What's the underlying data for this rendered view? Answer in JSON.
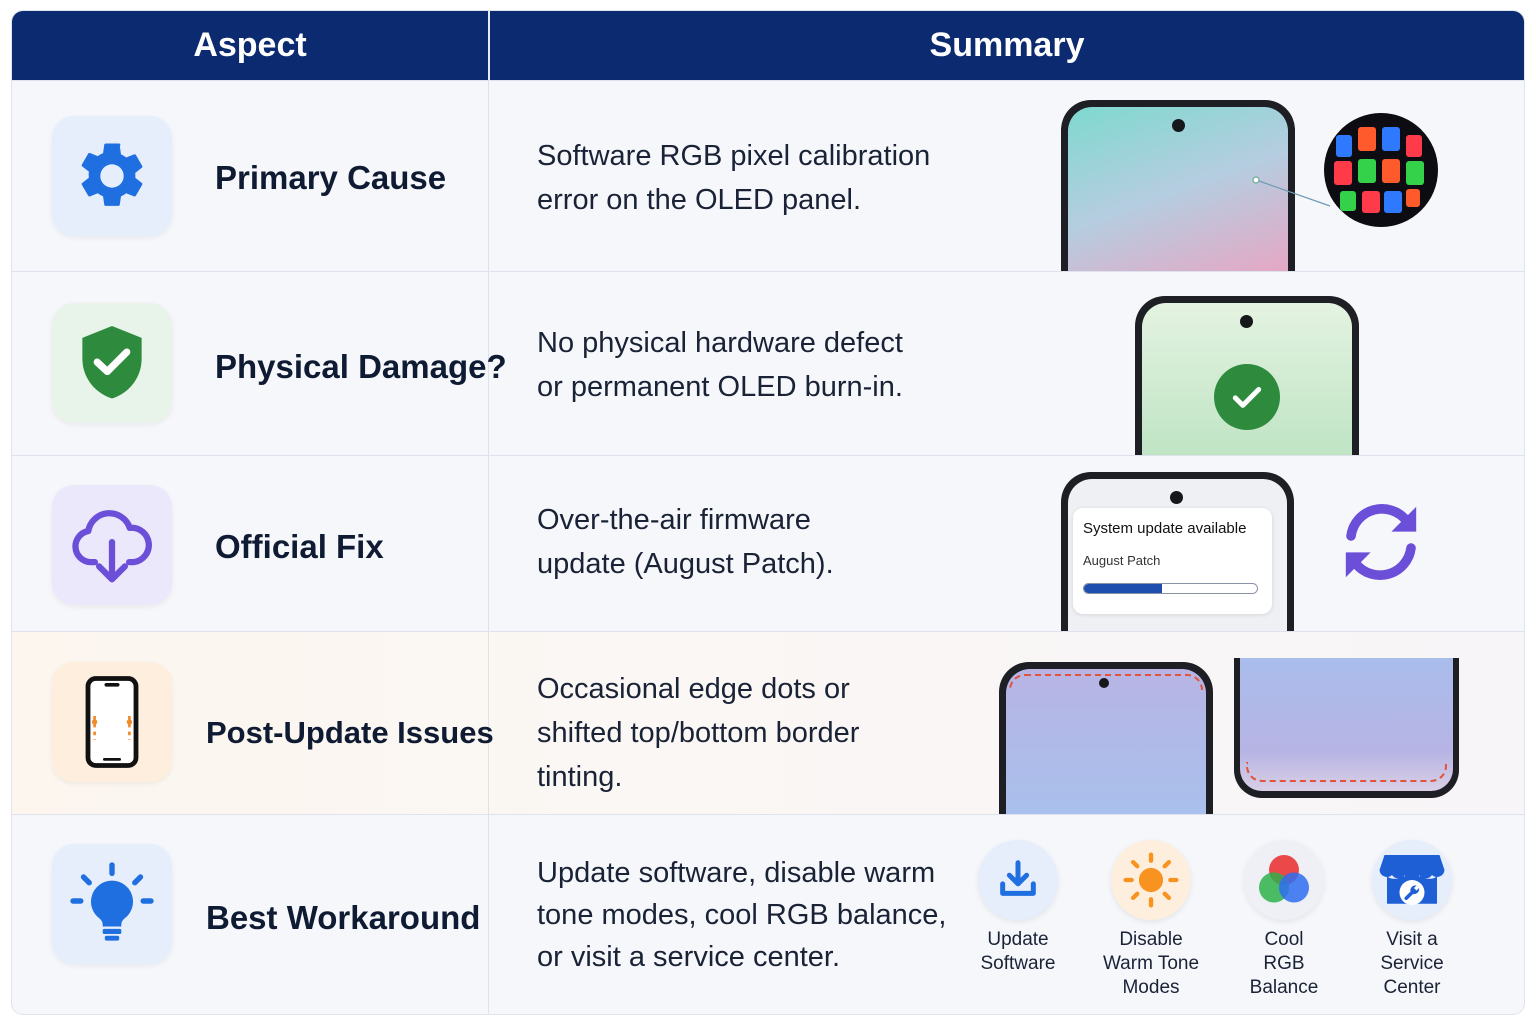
{
  "header": {
    "aspect": "Aspect",
    "summary": "Summary"
  },
  "rows": [
    {
      "aspect": "Primary Cause",
      "icon": "gear-icon",
      "summary_lines": [
        "Software RGB pixel calibration",
        "error on the OLED panel."
      ]
    },
    {
      "aspect": "Physical Damage?",
      "icon": "shield-check-icon",
      "summary_lines": [
        "No physical hardware defect",
        "or permanent OLED burn-in."
      ]
    },
    {
      "aspect": "Official Fix",
      "icon": "cloud-download-icon",
      "summary_lines": [
        "Over-the-air firmware",
        "update (August Patch)."
      ],
      "update_card": {
        "title": "System update available",
        "subtitle": "August Patch",
        "progress": 0.45
      }
    },
    {
      "aspect": "Post-Update Issues",
      "icon": "phone-outline-icon",
      "summary_lines": [
        "Occasional edge dots or",
        "shifted top/bottom border",
        "tinting."
      ]
    },
    {
      "aspect": "Best Workaround",
      "icon": "lightbulb-icon",
      "summary_lines": [
        "Update software, disable warm",
        "tone modes, cool RGB balance,",
        "or visit a service center."
      ],
      "recommendations": [
        {
          "icon": "download-icon",
          "lines": [
            "Update",
            "Software"
          ]
        },
        {
          "icon": "sun-icon",
          "lines": [
            "Disable",
            "Warm Tone",
            "Modes"
          ]
        },
        {
          "icon": "rgb-circles-icon",
          "lines": [
            "Cool",
            "RGB",
            "Balance"
          ]
        },
        {
          "icon": "store-wrench-icon",
          "lines": [
            "Visit a",
            "Service",
            "Center"
          ]
        }
      ]
    }
  ],
  "colors": {
    "header_bg": "#0b2a6f",
    "accent_blue": "#1f6fe0",
    "success_green": "#2e8b3e",
    "purple": "#6b4fd8"
  }
}
